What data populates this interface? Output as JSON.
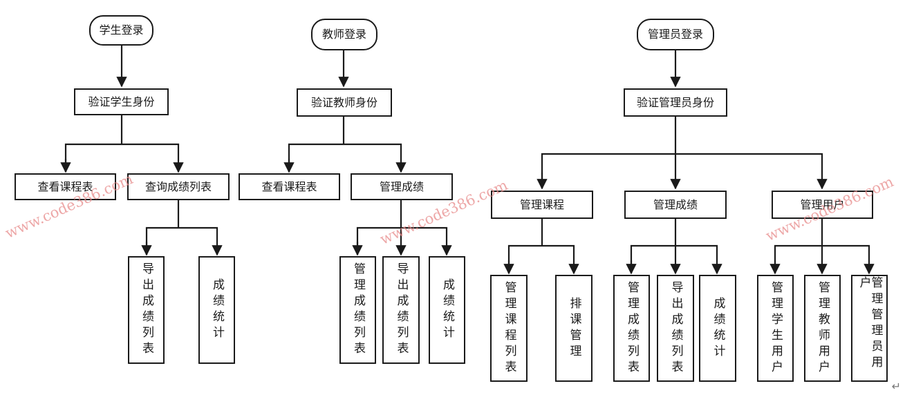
{
  "nodes": {
    "student_login": "学生登录",
    "verify_student": "验证学生身份",
    "student_view_schedule": "查看课程表",
    "student_query_grades": "查询成绩列表",
    "student_export_grades": "导出成绩列表",
    "student_grade_stats": "成绩统计",
    "teacher_login": "教师登录",
    "verify_teacher": "验证教师身份",
    "teacher_view_schedule": "查看课程表",
    "teacher_manage_grades": "管理成绩",
    "teacher_manage_grade_list": "管理成绩列表",
    "teacher_export_grades": "导出成绩列表",
    "teacher_grade_stats": "成绩统计",
    "admin_login": "管理员登录",
    "verify_admin": "验证管理员身份",
    "admin_manage_courses": "管理课程",
    "admin_manage_grades": "管理成绩",
    "admin_manage_users": "管理用户",
    "admin_manage_course_list": "管理课程列表",
    "admin_schedule_mgmt": "排课管理",
    "admin_manage_grade_list": "管理成绩列表",
    "admin_export_grades": "导出成绩列表",
    "admin_grade_stats": "成绩统计",
    "admin_manage_students": "管理学生用户",
    "admin_manage_teachers": "管理教师用户",
    "admin_manage_admins": "管理管理员用户"
  },
  "watermark": "www.code386.com",
  "return_mark": "↵",
  "colors": {
    "line": "#1a1a1a",
    "watermark": "#e88a8a"
  }
}
